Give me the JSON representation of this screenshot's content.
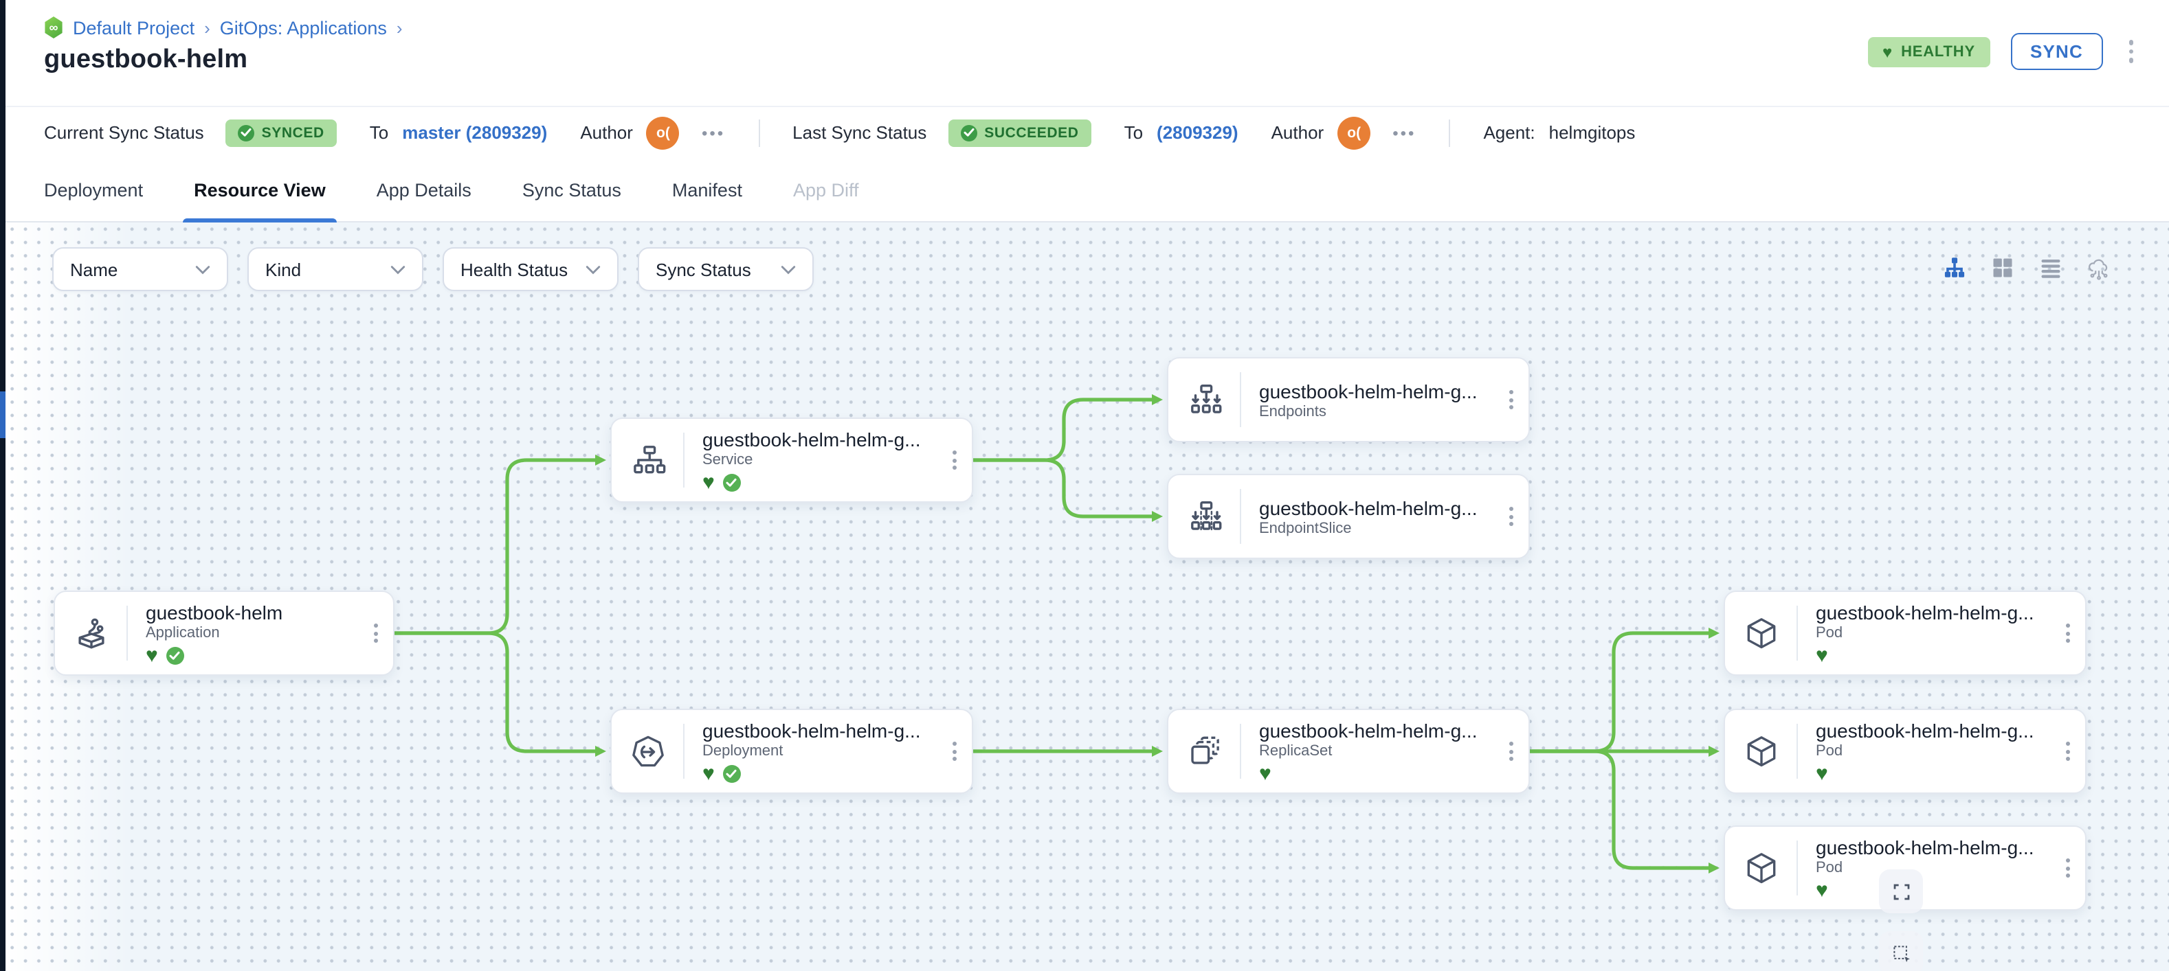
{
  "header": {
    "breadcrumb": {
      "logo_glyph": "∞",
      "project": "Default Project",
      "sep": "›",
      "section": "GitOps: Applications"
    },
    "title": "guestbook-helm",
    "health_badge": "HEALTHY",
    "sync_button": "SYNC"
  },
  "status_bar": {
    "current": {
      "label": "Current Sync Status",
      "badge": "SYNCED",
      "to_label": "To",
      "revision": "master (2809329)",
      "author_label": "Author",
      "avatar": "o(",
      "more": "•••"
    },
    "last": {
      "label": "Last Sync Status",
      "badge": "SUCCEEDED",
      "to_label": "To",
      "revision": "(2809329)",
      "author_label": "Author",
      "avatar": "o(",
      "more": "•••"
    },
    "agent": {
      "label": "Agent:",
      "value": "helmgitops"
    }
  },
  "tabs": [
    {
      "label": "Deployment",
      "active": false
    },
    {
      "label": "Resource View",
      "active": true
    },
    {
      "label": "App Details",
      "active": false
    },
    {
      "label": "Sync Status",
      "active": false
    },
    {
      "label": "Manifest",
      "active": false
    },
    {
      "label": "App Diff",
      "active": false,
      "disabled": true
    }
  ],
  "filters": [
    {
      "label": "Name"
    },
    {
      "label": "Kind"
    },
    {
      "label": "Health Status"
    },
    {
      "label": "Sync Status"
    }
  ],
  "view_toggles": [
    {
      "icon": "tree-view-icon",
      "active": true
    },
    {
      "icon": "grid-view-icon",
      "active": false
    },
    {
      "icon": "list-view-icon",
      "active": false
    },
    {
      "icon": "cloud-view-icon",
      "active": false
    }
  ],
  "graph": {
    "nodes": [
      {
        "title": "guestbook-helm",
        "kind": "Application",
        "health": "healthy",
        "synced": true
      },
      {
        "title": "guestbook-helm-helm-g...",
        "kind": "Service",
        "health": "healthy",
        "synced": true
      },
      {
        "title": "guestbook-helm-helm-g...",
        "kind": "Endpoints"
      },
      {
        "title": "guestbook-helm-helm-g...",
        "kind": "EndpointSlice"
      },
      {
        "title": "guestbook-helm-helm-g...",
        "kind": "Deployment",
        "health": "healthy",
        "synced": true
      },
      {
        "title": "guestbook-helm-helm-g...",
        "kind": "ReplicaSet",
        "health": "healthy"
      },
      {
        "title": "guestbook-helm-helm-g...",
        "kind": "Pod",
        "health": "healthy"
      },
      {
        "title": "guestbook-helm-helm-g...",
        "kind": "Pod",
        "health": "healthy"
      },
      {
        "title": "guestbook-helm-helm-g...",
        "kind": "Pod",
        "health": "healthy"
      }
    ]
  },
  "glyphs": {
    "heart": "♥"
  },
  "colors": {
    "accent_blue": "#3672c9",
    "edge_green": "#6abf4f",
    "healthy_green": "#2e7d32",
    "badge_green_bg": "#b0dea2",
    "avatar_orange": "#e87f35",
    "canvas_bg": "#eff5fa"
  }
}
